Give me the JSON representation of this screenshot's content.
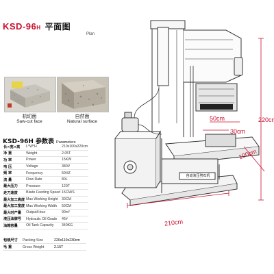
{
  "header": {
    "model": "KSD-96",
    "model_sub": "H",
    "title_cn": "平面图",
    "title_en": "Plan"
  },
  "samples": [
    {
      "cn": "机切面",
      "en": "Saw-cut face"
    },
    {
      "cn": "自然面",
      "en": "Natural surface"
    }
  ],
  "params_title": {
    "cn": "KSD-96H 参数表",
    "en": "Parameters"
  },
  "params": [
    {
      "cn": "长×宽×高",
      "en": "L*W*H",
      "value": "210x100x220cm"
    },
    {
      "cn": "净    重",
      "en": "Weight",
      "value": "2.05T"
    },
    {
      "cn": "功    率",
      "en": "Power",
      "value": "15KW"
    },
    {
      "cn": "电    压",
      "en": "Voltage",
      "value": "380V"
    },
    {
      "cn": "频    率",
      "en": "Frequency",
      "value": "50HZ"
    },
    {
      "cn": "流    量",
      "en": "Flow Rate",
      "value": "80L"
    },
    {
      "cn": "最大压力",
      "en": "Pressure",
      "value": "120T"
    },
    {
      "cn": "走刀速度",
      "en": "Blade Feeding Speed",
      "value": "15CM/S"
    },
    {
      "cn": "最大加工高度",
      "en": "Max Working Height",
      "value": "30CM"
    },
    {
      "cn": "最大加工宽度",
      "en": "Max Working Width",
      "value": "50CM"
    },
    {
      "cn": "最大时产量",
      "en": "Output/Hour",
      "value": "90m²"
    },
    {
      "cn": "液压油牌号",
      "en": "Hydraulic Oil Grade",
      "value": "46#"
    },
    {
      "cn": "油箱容量",
      "en": "Oil Tank Capacity",
      "value": "340KG"
    }
  ],
  "packing": [
    {
      "cn": "包装尺寸",
      "en": "Packing Size",
      "value": "220x110x230cm"
    },
    {
      "cn": "毛    重",
      "en": "Gross Weight",
      "value": "2.15T"
    }
  ],
  "dimensions": {
    "height": "220cm",
    "length": "210cm",
    "width": "100cm",
    "work_height": "30cm",
    "work_width": "50cm"
  },
  "machine_label": "自动液压劈石机"
}
